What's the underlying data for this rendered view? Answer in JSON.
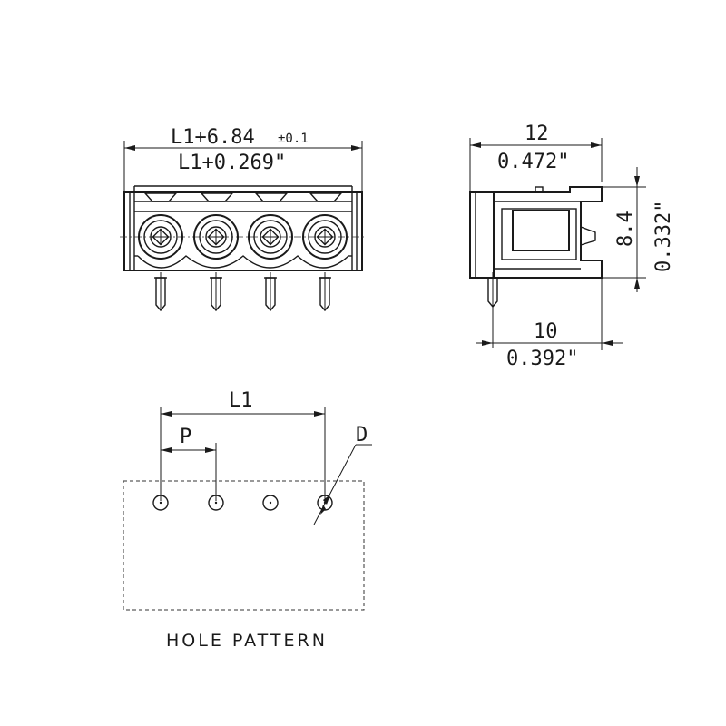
{
  "front_view": {
    "overall_dim_mm": "L1+6.84",
    "overall_tol": "±0.1",
    "overall_dim_in": "L1+0.269\""
  },
  "side_view": {
    "width_mm": "12",
    "width_in": "0.472\"",
    "height_mm": "8.4",
    "height_in": "0.332\"",
    "depth_mm": "10",
    "depth_in": "0.392\""
  },
  "hole_pattern": {
    "length_label": "L1",
    "pitch_label": "P",
    "diameter_label": "D",
    "caption": "HOLE PATTERN",
    "hole_count": 4
  }
}
